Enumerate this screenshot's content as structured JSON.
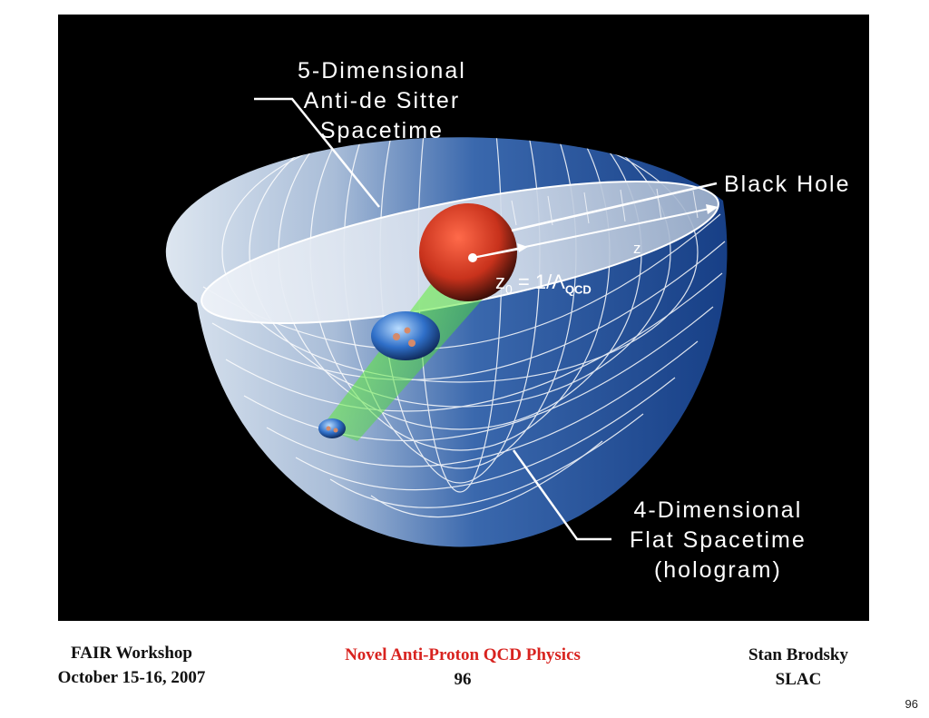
{
  "diagram": {
    "labels": {
      "ads_line1": "5-Dimensional",
      "ads_line2": "Anti-de Sitter",
      "ads_line3": "Spacetime",
      "black_hole": "Black Hole",
      "z_axis": "z",
      "z0_prefix": "z",
      "z0_sub": "0",
      "z0_eq": " = 1/Λ",
      "z0_qcd": "QCD",
      "flat_line1": "4-Dimensional",
      "flat_line2": "Flat Spacetime",
      "flat_line3": "(hologram)"
    },
    "colors": {
      "background": "#000000",
      "bowl_blue": "#1f4f9a",
      "black_hole": "#d63a22",
      "beam": "#3ecf1f",
      "grid": "#ffffff"
    }
  },
  "footer": {
    "left_line1": "FAIR Workshop",
    "left_line2": "October 15-16, 2007",
    "center_title": "Novel Anti-Proton QCD Physics",
    "center_number": "96",
    "right_line1": "Stan Brodsky",
    "right_line2": "SLAC"
  },
  "page_number": "96"
}
